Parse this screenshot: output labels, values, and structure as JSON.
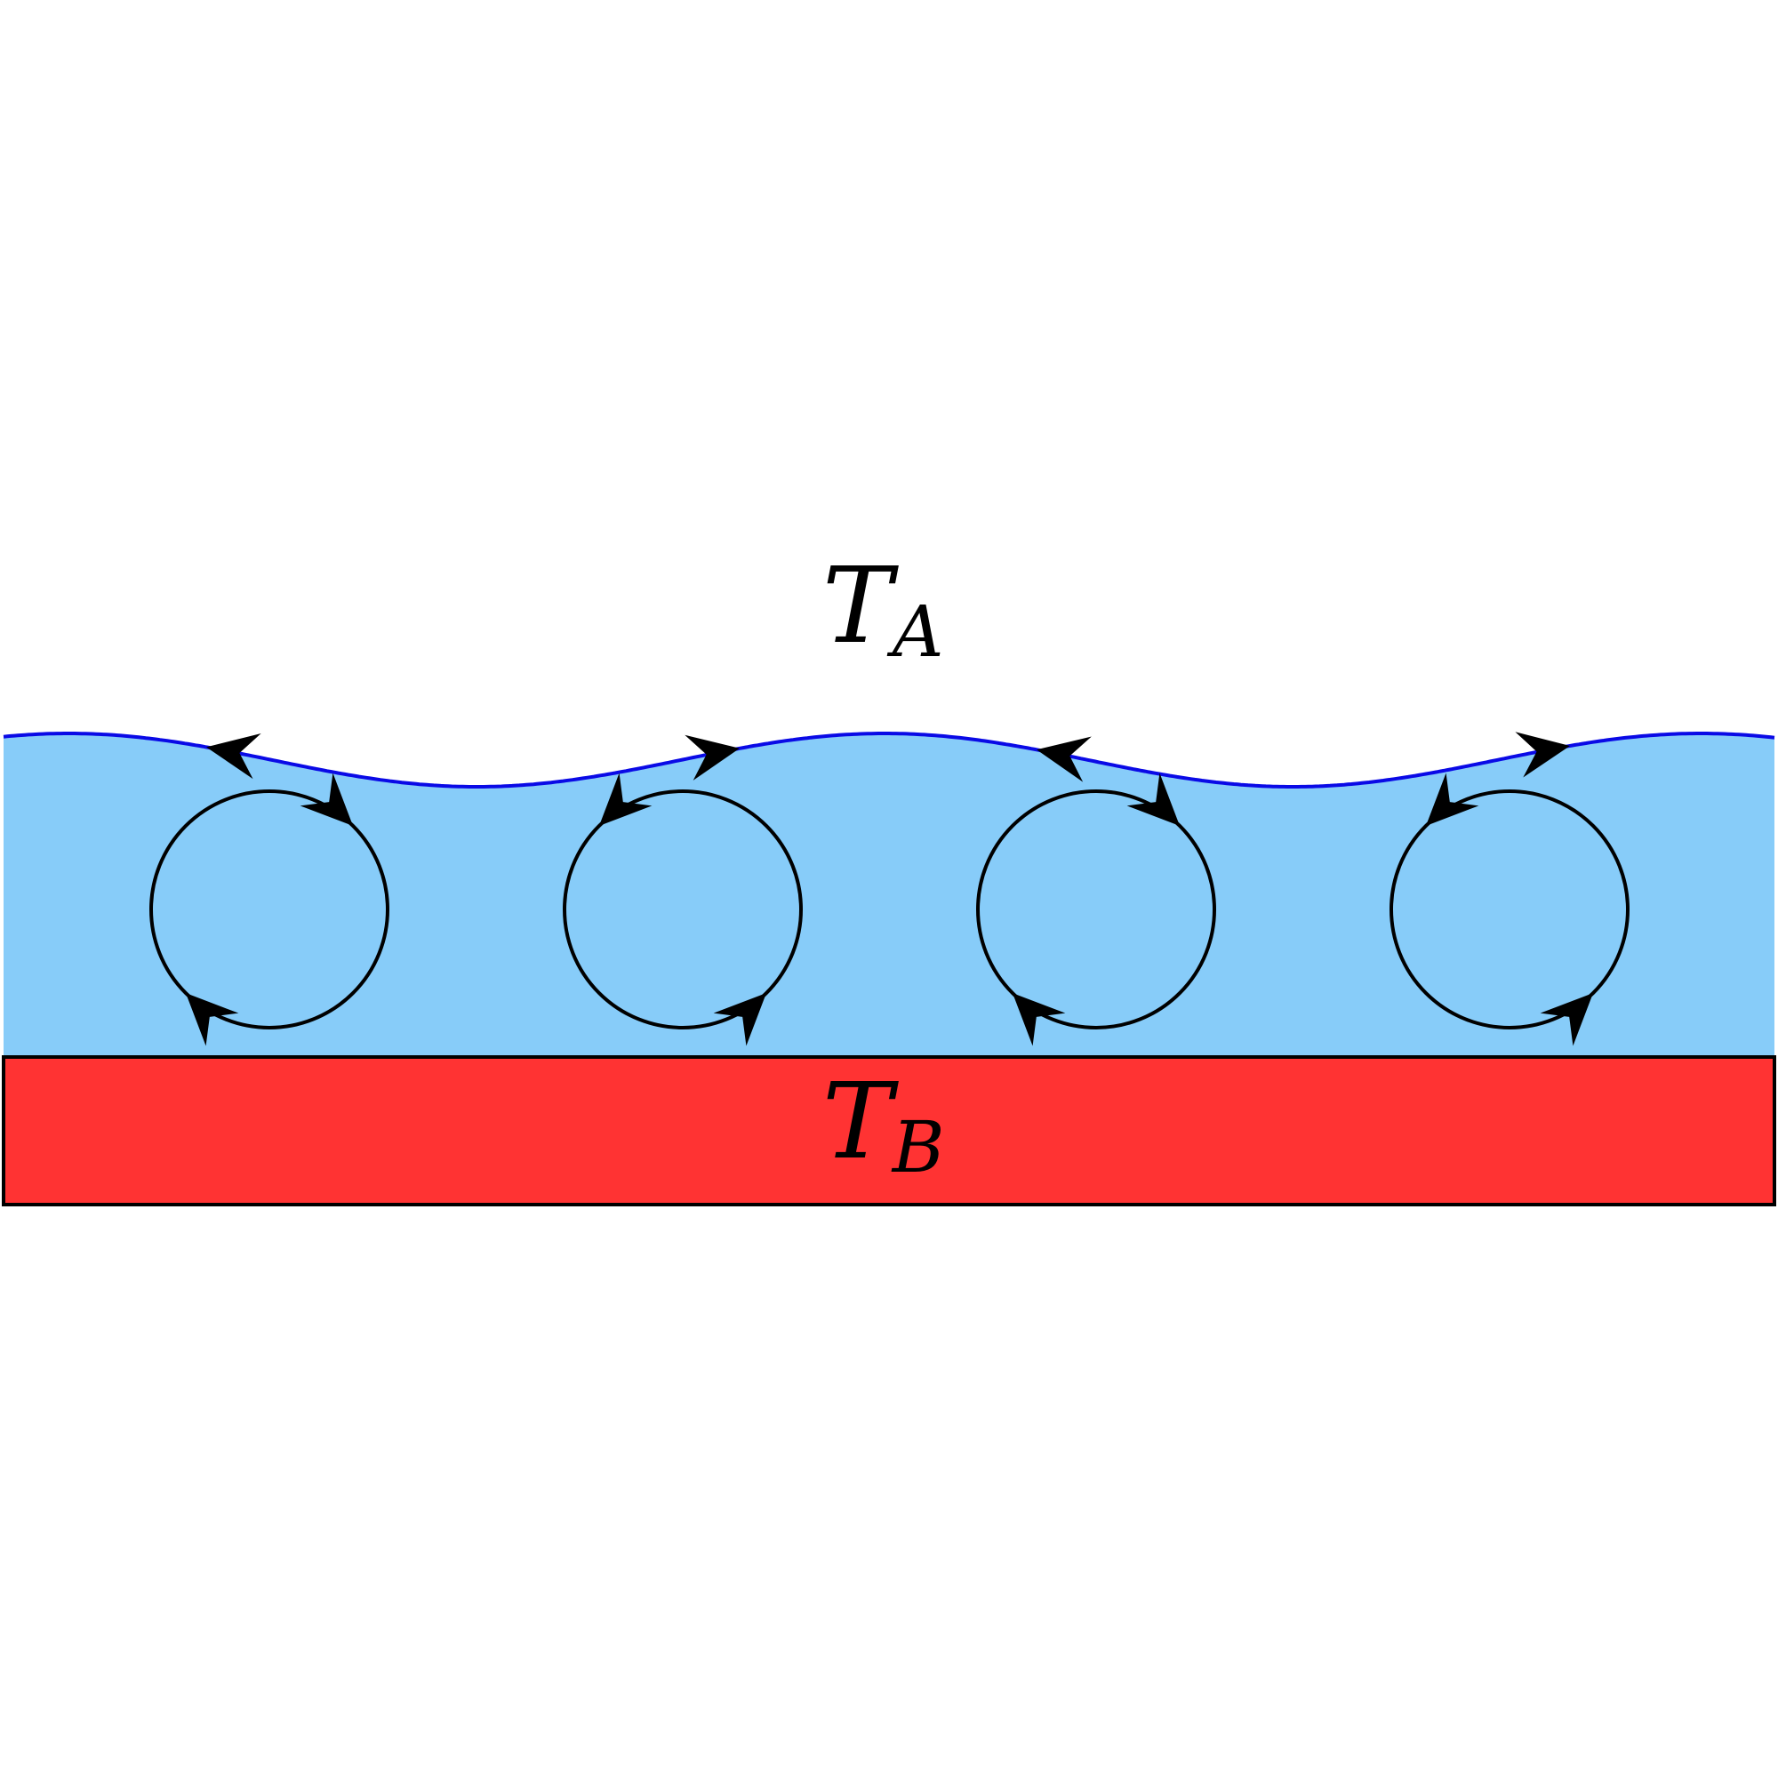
{
  "labels": {
    "top": {
      "main": "T",
      "sub": "A"
    },
    "bottom": {
      "main": "T",
      "sub": "B"
    }
  },
  "colors": {
    "fluid": "#87CCF9",
    "surface_line": "#0A0AE6",
    "plate": "#FF3333",
    "stroke": "#000000",
    "background": "#FFFFFF"
  },
  "convection_cells": [
    {
      "rotation": "clockwise"
    },
    {
      "rotation": "counterclockwise"
    },
    {
      "rotation": "clockwise"
    },
    {
      "rotation": "counterclockwise"
    }
  ],
  "surface_flow_arrows": [
    {
      "direction": "left"
    },
    {
      "direction": "right"
    },
    {
      "direction": "left"
    },
    {
      "direction": "right"
    }
  ]
}
